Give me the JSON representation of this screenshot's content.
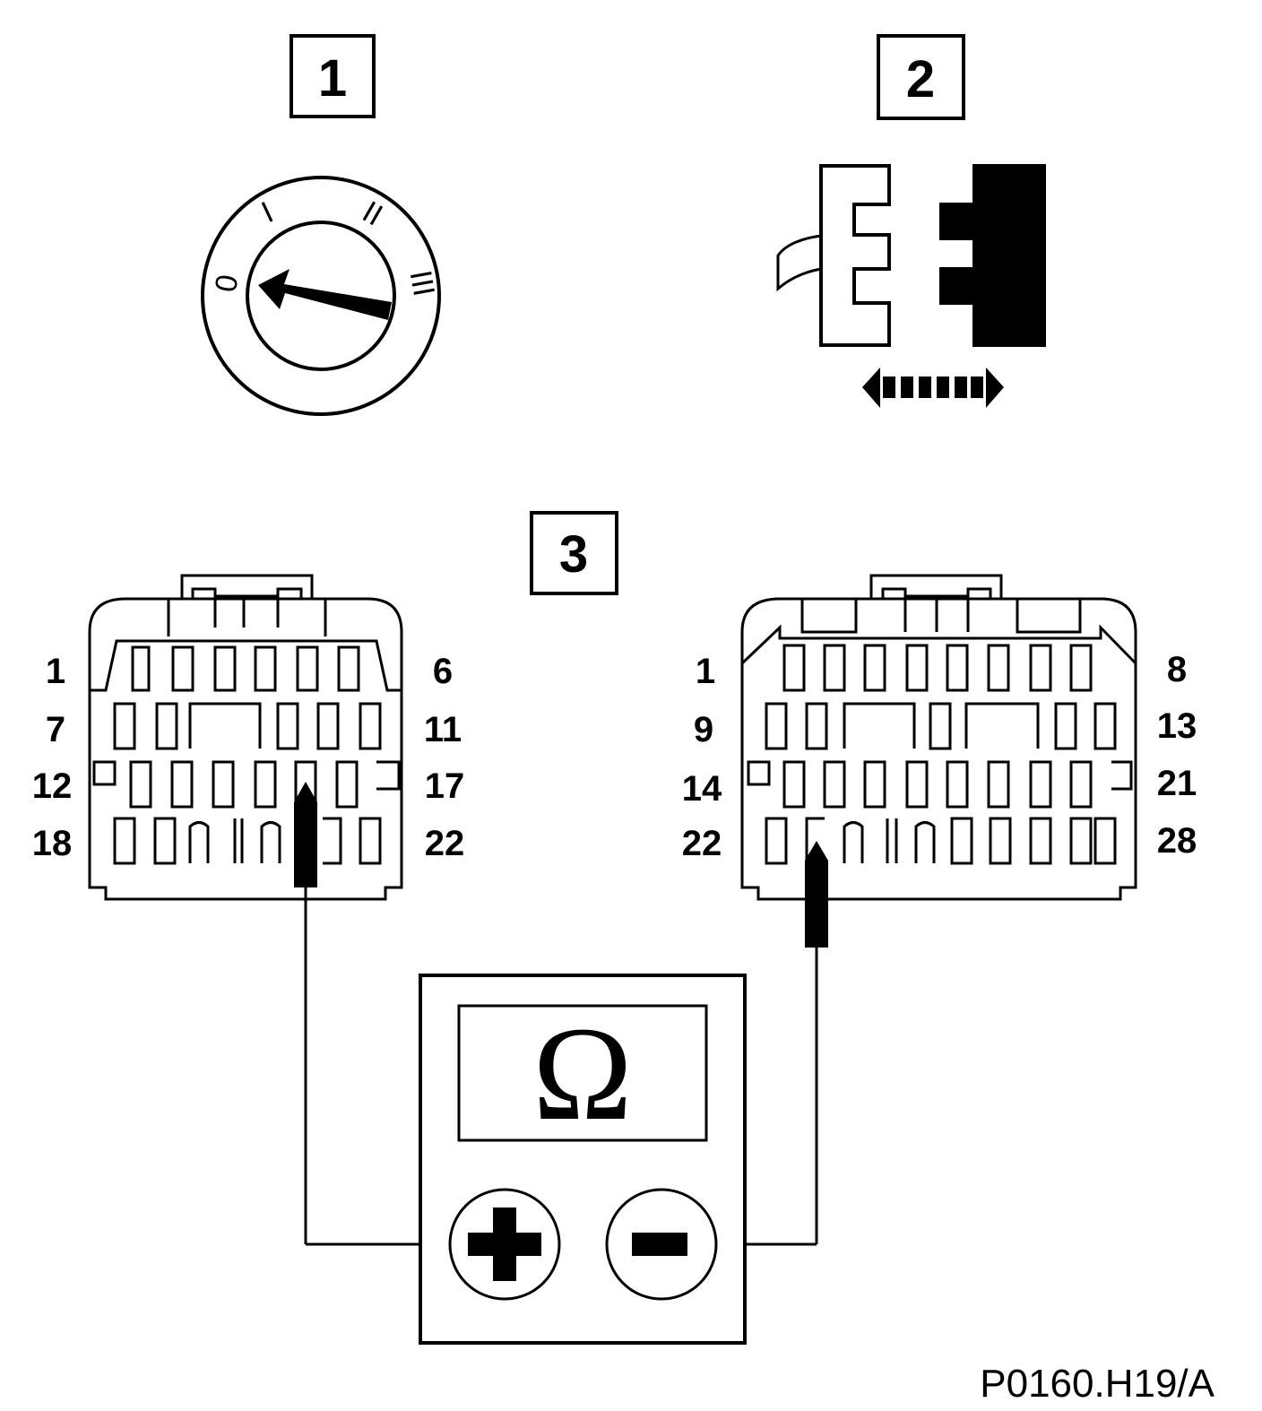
{
  "steps": {
    "s1": "1",
    "s2": "2",
    "s3": "3"
  },
  "ignition": {
    "pos0": "0",
    "pos1": "I",
    "pos2": "II",
    "pos3": "III"
  },
  "connector_left": {
    "row1_left": "1",
    "row1_right": "6",
    "row2_left": "7",
    "row2_right": "11",
    "row3_left": "12",
    "row3_right": "17",
    "row4_left": "18",
    "row4_right": "22"
  },
  "connector_right": {
    "row1_left": "1",
    "row1_right": "8",
    "row2_left": "9",
    "row2_right": "13",
    "row3_left": "14",
    "row3_right": "21",
    "row4_left": "22",
    "row4_right": "28"
  },
  "meter": {
    "display": "Ω",
    "plus": "+",
    "minus": "−"
  },
  "reference": "P0160.H19/A"
}
